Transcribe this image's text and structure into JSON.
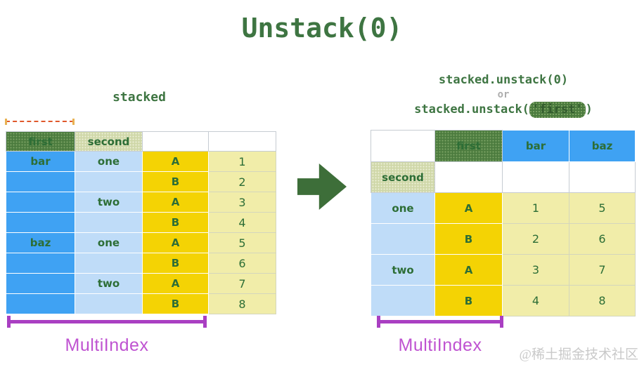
{
  "title": "Unstack(0)",
  "left": {
    "label": "stacked",
    "table": {
      "rows": [
        [
          "first",
          "second",
          "",
          ""
        ],
        [
          "bar",
          "one",
          "A",
          "1"
        ],
        [
          "",
          "",
          "B",
          "2"
        ],
        [
          "",
          "two",
          "A",
          "3"
        ],
        [
          "",
          "",
          "B",
          "4"
        ],
        [
          "baz",
          "one",
          "A",
          "5"
        ],
        [
          "",
          "",
          "B",
          "6"
        ],
        [
          "",
          "two",
          "A",
          "7"
        ],
        [
          "",
          "",
          "B",
          "8"
        ]
      ]
    },
    "multiindex_label": "MultiIndex"
  },
  "right": {
    "code_line1": "stacked.unstack(0)",
    "code_or": "or",
    "code_line2_prefix": "stacked.unstack(",
    "code_line2_highlight": "'first'",
    "code_line2_suffix": ")",
    "table": {
      "rows": [
        [
          "",
          "first",
          "bar",
          "baz"
        ],
        [
          "second",
          "",
          "",
          ""
        ],
        [
          "one",
          "A",
          "1",
          "5"
        ],
        [
          "",
          "B",
          "2",
          "6"
        ],
        [
          "two",
          "A",
          "3",
          "7"
        ],
        [
          "",
          "B",
          "4",
          "8"
        ]
      ]
    },
    "multiindex_label": "MultiIndex"
  },
  "watermark": "@稀土掘金技术社区",
  "colors": {
    "title_green": "#3e7542",
    "cell_text_green": "#2d6e36",
    "index_blue": "#3fa2f3",
    "index_light_blue": "#bfdcf8",
    "column_gold": "#f4d304",
    "value_pale_yellow": "#f1eda9",
    "removed_level_green": "#4b7b3e",
    "second_level_olive": "#cfd7a8",
    "multiindex_magenta": "#a93fc2",
    "measure_orange": "#e0582b",
    "or_gray": "#adadad",
    "watermark_gray": "#c9c9c9"
  }
}
